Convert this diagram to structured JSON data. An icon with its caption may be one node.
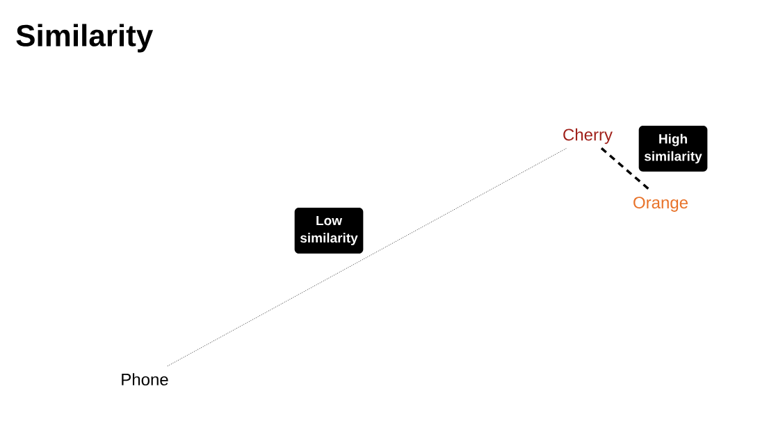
{
  "diagram": {
    "title": "Similarity",
    "nodes": [
      {
        "text": [
          "Cherry"
        ]
      },
      {
        "text": [
          "Orange"
        ]
      },
      {
        "text": [
          "Phone"
        ]
      }
    ],
    "edges": [
      {
        "from": 2,
        "to": 0,
        "arrow": "none",
        "label": "Low similarity"
      },
      {
        "from": 0,
        "to": 1,
        "arrow": "none",
        "label": "High similarity",
        "style": "dashed"
      }
    ]
  }
}
